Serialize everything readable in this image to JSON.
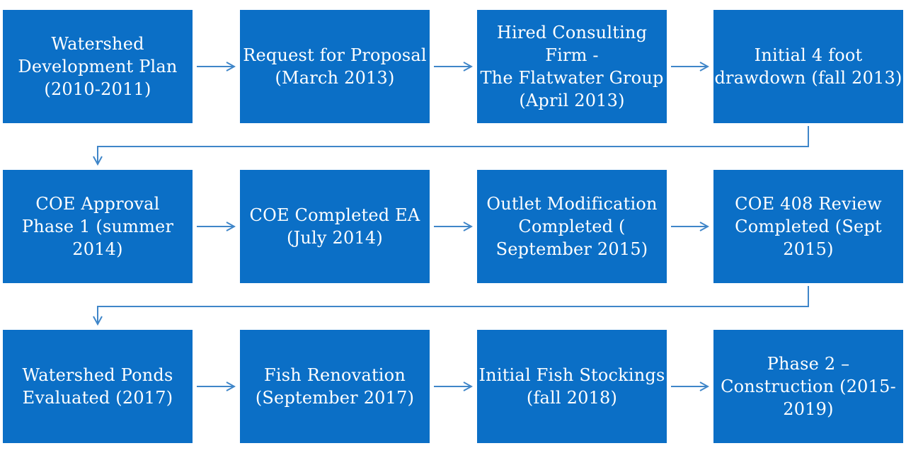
{
  "rows": [
    {
      "steps": [
        {
          "lines": [
            "Watershed",
            "Development Plan",
            "(2010-2011)"
          ]
        },
        {
          "lines": [
            "Request for Proposal",
            "(March 2013)"
          ]
        },
        {
          "lines": [
            "Hired Consulting",
            "Firm -",
            "The Flatwater Group",
            "(April 2013)"
          ]
        },
        {
          "lines": [
            "Initial 4 foot",
            "drawdown (fall 2013)"
          ]
        }
      ]
    },
    {
      "steps": [
        {
          "lines": [
            "COE Approval",
            "Phase 1 (summer",
            "2014)"
          ]
        },
        {
          "lines": [
            "COE Completed EA",
            "(July 2014)"
          ]
        },
        {
          "lines": [
            "Outlet Modification",
            "Completed (",
            "September 2015)"
          ]
        },
        {
          "lines": [
            "COE 408 Review",
            "Completed (Sept",
            "2015)"
          ]
        }
      ]
    },
    {
      "steps": [
        {
          "lines": [
            "Watershed Ponds",
            "Evaluated (2017)"
          ]
        },
        {
          "lines": [
            "Fish Renovation",
            "(September 2017)"
          ]
        },
        {
          "lines": [
            "Initial Fish Stockings",
            "(fall 2018)"
          ]
        },
        {
          "lines": [
            "Phase 2 –",
            "Construction (2015-",
            "2019)"
          ]
        }
      ]
    }
  ],
  "colors": {
    "box_fill": "#0b6fc6",
    "box_text": "#ffffff",
    "connector": "#3f86c9"
  }
}
